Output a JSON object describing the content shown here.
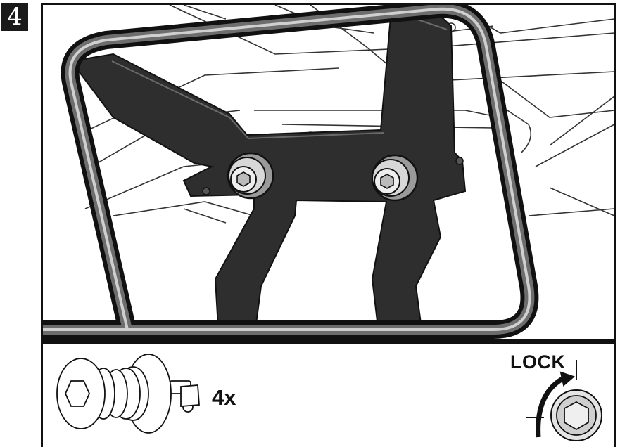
{
  "step": {
    "number": "4"
  },
  "detail": {
    "quantity_label": "4x",
    "lock_label": "LOCK"
  },
  "colors": {
    "outline": "#111111",
    "bracket_fill": "#2e2e2e",
    "bolt_fill": "#d8d8d8",
    "background": "#ffffff"
  },
  "icons": [
    "hex-bolt-icon",
    "lock-rotation-arrow-icon",
    "hex-socket-icon"
  ]
}
